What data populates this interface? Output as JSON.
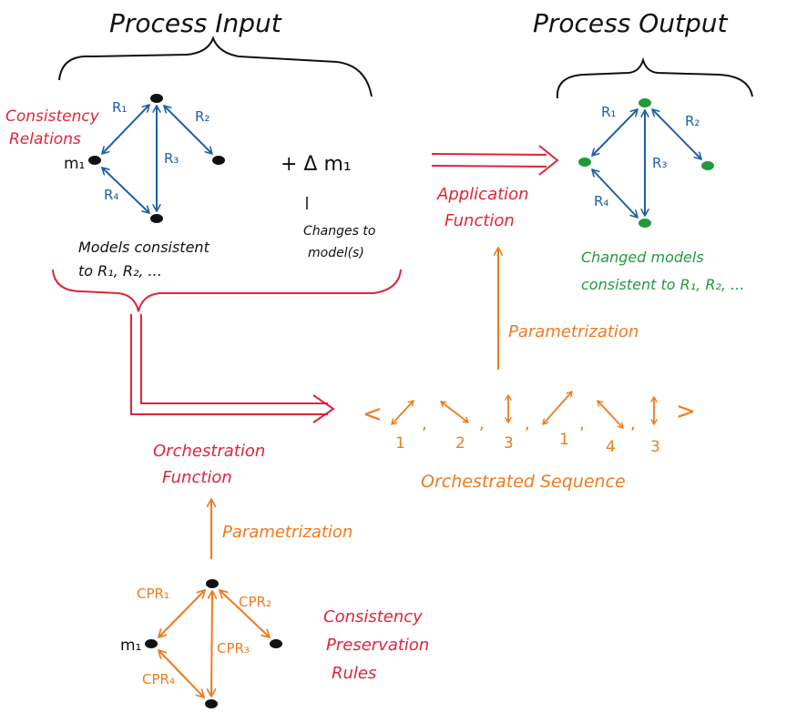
{
  "colors": {
    "black": "#111111",
    "blue": "#1f5fa8",
    "red": "#e0243a",
    "green": "#1f9a3c",
    "orange": "#f07a1e"
  },
  "labels": {
    "process_input": "Process Input",
    "process_output": "Process Output",
    "consistency_relations_line1": "Consistency",
    "consistency_relations_line2": "Relations",
    "models_consistent_line1": "Models consistent",
    "models_consistent_line2": "to R₁, R₂, ...",
    "plus_delta": "+ Δ m₁",
    "changes_line1": "Changes to",
    "changes_line2": "model(s)",
    "application_line1": "Application",
    "application_line2": "Function",
    "changed_models_line1": "Changed models",
    "changed_models_line2": "consistent to R₁, R₂, ...",
    "parametrization_top": "Parametrization",
    "orchestration_line1": "Orchestration",
    "orchestration_line2": "Function",
    "orchestrated_sequence": "Orchestrated Sequence",
    "parametrization_bottom": "Parametrization",
    "cpr_rules_line1": "Consistency",
    "cpr_rules_line2": "Preservation",
    "cpr_rules_line3": "Rules",
    "seq_open": "<",
    "seq_close": ">",
    "seq_numbers": [
      "1",
      "2",
      "3",
      "1",
      "4",
      "3"
    ]
  },
  "input_graph": {
    "node_m1": "m₁",
    "edges": [
      "R₁",
      "R₂",
      "R₃",
      "R₄"
    ]
  },
  "output_graph": {
    "edges": [
      "R₁",
      "R₂",
      "R₃",
      "R₄"
    ]
  },
  "cpr_graph": {
    "node_m1": "m₁",
    "edges": [
      "CPR₁",
      "CPR₂",
      "CPR₃",
      "CPR₄"
    ]
  }
}
